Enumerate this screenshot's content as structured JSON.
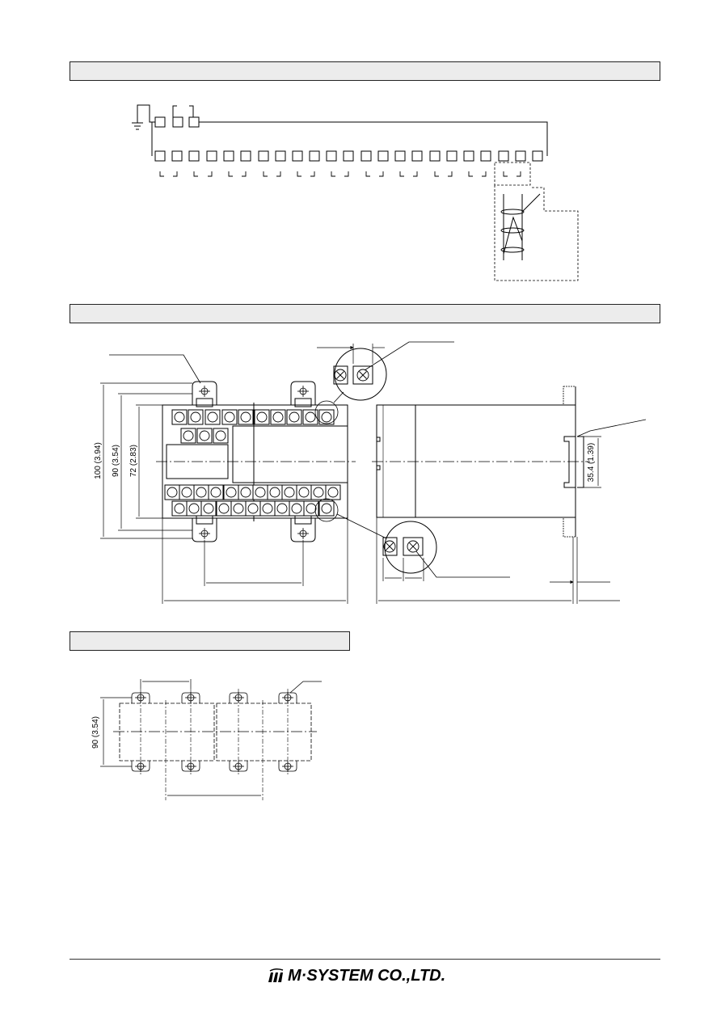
{
  "sections": [
    {
      "id": "connection-diagram",
      "title": ""
    },
    {
      "id": "external-dimensions",
      "title": ""
    },
    {
      "id": "mounting-requirements",
      "title": ""
    }
  ],
  "dimensions": {
    "height_100": "100 (3.94)",
    "height_90": "90 (3.54)",
    "height_72": "72 (2.83)",
    "rail_35_4": "35.4 (1.39)",
    "mount_height_90": "90 (3.54)"
  },
  "footer": {
    "company": "M·SYSTEM CO.,LTD.",
    "logo_icon": "m-system-logo-icon"
  }
}
